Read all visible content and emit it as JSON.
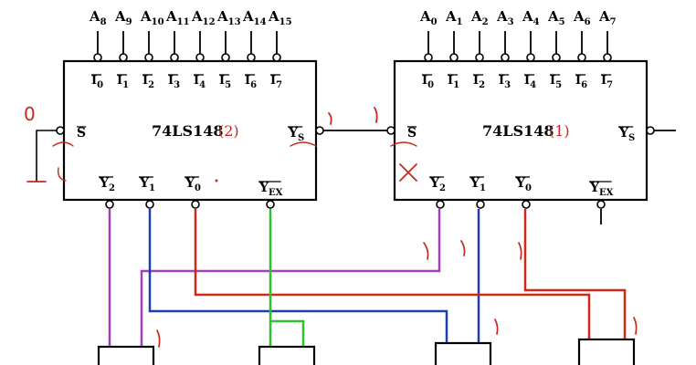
{
  "chips": [
    {
      "name": "74LS148",
      "number": "(2)",
      "inputs_top": [
        "A8",
        "A9",
        "A10",
        "A11",
        "A12",
        "A13",
        "A14",
        "A15"
      ],
      "inputs_inner": [
        "I0",
        "I1",
        "I2",
        "I3",
        "I4",
        "I5",
        "I6",
        "I7"
      ],
      "enable_in": "S",
      "enable_out": "YS",
      "outputs": [
        "Y2",
        "Y1",
        "Y0"
      ],
      "extension": "YEX"
    },
    {
      "name": "74LS148",
      "number": "(1)",
      "inputs_top": [
        "A0",
        "A1",
        "A2",
        "A3",
        "A4",
        "A5",
        "A6",
        "A7"
      ],
      "inputs_inner": [
        "I0",
        "I1",
        "I2",
        "I3",
        "I4",
        "I5",
        "I6",
        "I7"
      ],
      "enable_in": "S",
      "enable_out": "YS",
      "outputs": [
        "Y2",
        "Y1",
        "Y0"
      ],
      "extension": "YEX"
    }
  ],
  "annotations": {
    "chip2_enable_in_value": "0",
    "chip2_enable_out_value": "1",
    "chip1_enable_in_value": "1",
    "chip1_y2_mark": "X",
    "wire_values": [
      "1",
      "1",
      "1",
      "1",
      "1",
      "1"
    ]
  },
  "colors": {
    "ink": "#000000",
    "annotation_red": "#c8281e",
    "wire_purple": "#a040b8",
    "wire_blue": "#1c3fb0",
    "wire_red": "#d02818",
    "wire_green": "#2ec22e"
  }
}
